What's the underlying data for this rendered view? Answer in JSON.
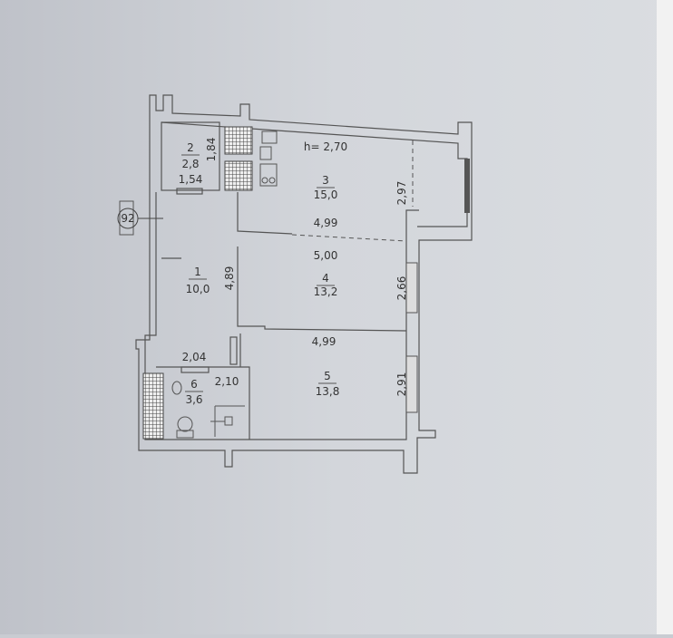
{
  "plan": {
    "ceiling_height": "h= 2,70",
    "axis_marker": "92",
    "rooms": [
      {
        "number": "1",
        "area": "10,0",
        "dimension": "4,89"
      },
      {
        "number": "2",
        "area": "2,8",
        "width": "1,54",
        "height": "1,84"
      },
      {
        "number": "3",
        "area": "15,0",
        "width": "4,99",
        "height": "2,97"
      },
      {
        "number": "4",
        "area": "13,2",
        "width": "5,00",
        "height": "2,66"
      },
      {
        "number": "5",
        "area": "13,8",
        "width": "4,99",
        "height": "2,91"
      },
      {
        "number": "6",
        "area": "3,6",
        "width": "2,04",
        "height": "2,10"
      }
    ]
  }
}
